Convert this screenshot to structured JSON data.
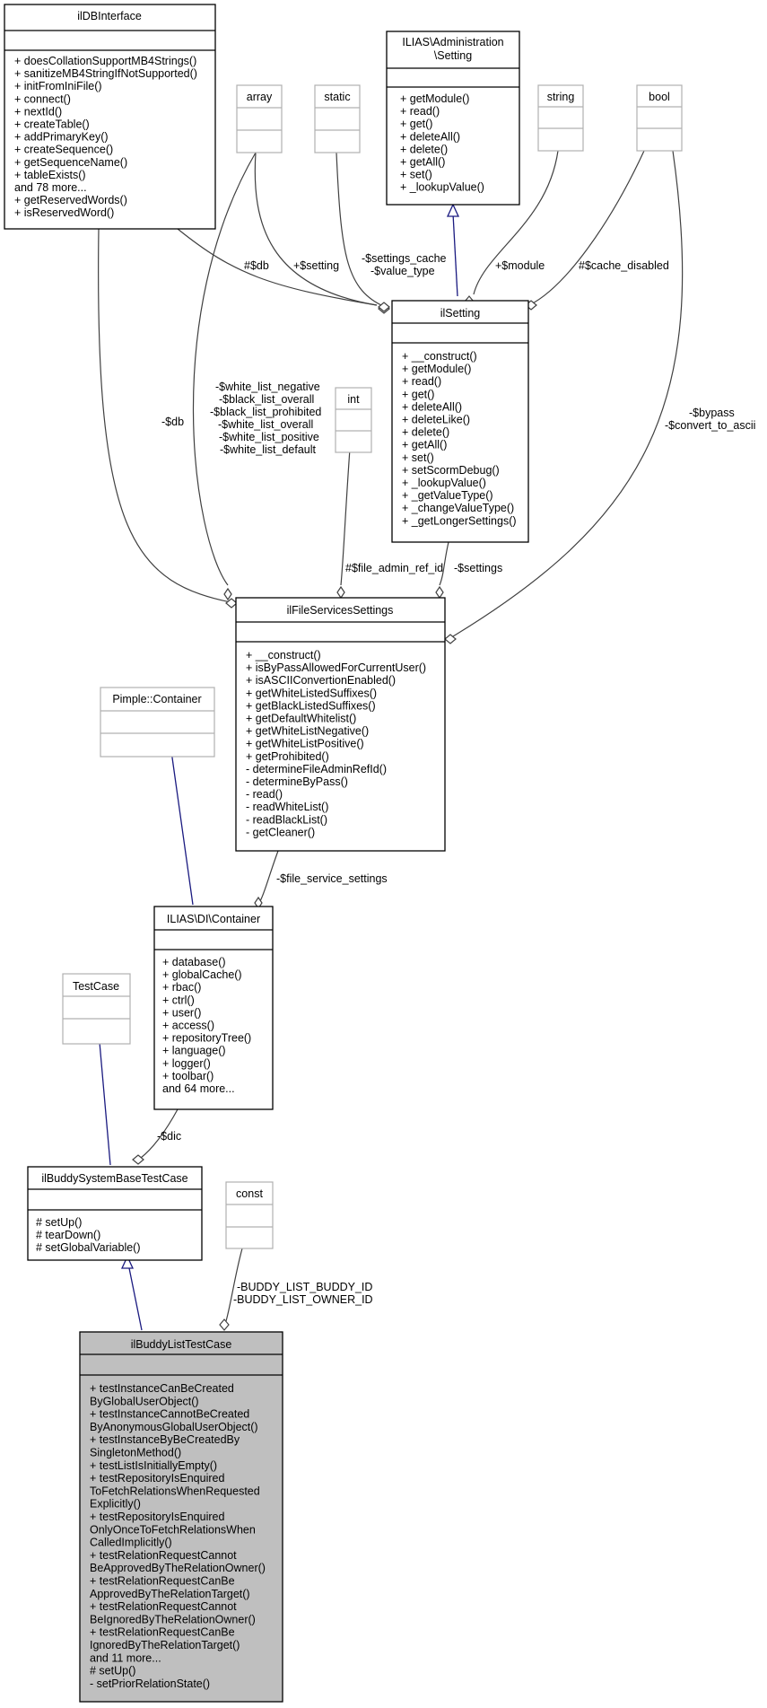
{
  "classes": {
    "ilDBInterface": {
      "name": "ilDBInterface",
      "methods": [
        "+ doesCollationSupportMB4Strings()",
        "+ sanitizeMB4StringIfNotSupported()",
        "+ initFromIniFile()",
        "+ connect()",
        "+ nextId()",
        "+ createTable()",
        "+ addPrimaryKey()",
        "+ createSequence()",
        "+ getSequenceName()",
        "+ tableExists()",
        "and 78 more...",
        "+ getReservedWords()",
        "+ isReservedWord()"
      ]
    },
    "array": {
      "name": "array"
    },
    "static": {
      "name": "static"
    },
    "adminSetting": {
      "name_line1": "ILIAS\\Administration",
      "name_line2": "\\Setting",
      "methods": [
        "+ getModule()",
        "+ read()",
        "+ get()",
        "+ deleteAll()",
        "+ delete()",
        "+ getAll()",
        "+ set()",
        "+ _lookupValue()"
      ]
    },
    "string": {
      "name": "string"
    },
    "bool": {
      "name": "bool"
    },
    "ilSetting": {
      "name": "ilSetting",
      "methods": [
        "+ __construct()",
        "+ getModule()",
        "+ read()",
        "+ get()",
        "+ deleteAll()",
        "+ deleteLike()",
        "+ delete()",
        "+ getAll()",
        "+ set()",
        "+ setScormDebug()",
        "+ _lookupValue()",
        "+ _getValueType()",
        "+ _changeValueType()",
        "+ _getLongerSettings()"
      ]
    },
    "int": {
      "name": "int"
    },
    "ilFileServicesSettings": {
      "name": "ilFileServicesSettings",
      "methods": [
        "+ __construct()",
        "+ isByPassAllowedForCurrentUser()",
        "+ isASCIIConvertionEnabled()",
        "+ getWhiteListedSuffixes()",
        "+ getBlackListedSuffixes()",
        "+ getDefaultWhitelist()",
        "+ getWhiteListNegative()",
        "+ getWhiteListPositive()",
        "+ getProhibited()",
        "- determineFileAdminRefId()",
        "- determineByPass()",
        "- read()",
        "- readWhiteList()",
        "- readBlackList()",
        "- getCleaner()"
      ]
    },
    "pimple": {
      "name": "Pimple::Container"
    },
    "diContainer": {
      "name": "ILIAS\\DI\\Container",
      "methods": [
        "+ database()",
        "+ globalCache()",
        "+ rbac()",
        "+ ctrl()",
        "+ user()",
        "+ access()",
        "+ repositoryTree()",
        "+ language()",
        "+ logger()",
        "+ toolbar()",
        "and 64 more..."
      ]
    },
    "testCase": {
      "name": "TestCase"
    },
    "baseTestCase": {
      "name": "ilBuddySystemBaseTestCase",
      "methods": [
        "# setUp()",
        "# tearDown()",
        "# setGlobalVariable()"
      ]
    },
    "const": {
      "name": "const"
    },
    "listTestCase": {
      "name": "ilBuddyListTestCase",
      "methods": [
        "+ testInstanceCanBeCreated",
        "ByGlobalUserObject()",
        "+ testInstanceCannotBeCreated",
        "ByAnonymousGlobalUserObject()",
        "+ testInstanceByBeCreatedBy",
        "SingletonMethod()",
        "+ testListIsInitiallyEmpty()",
        "+ testRepositoryIsEnquired",
        "ToFetchRelationsWhenRequested",
        "Explicitly()",
        "+ testRepositoryIsEnquired",
        "OnlyOnceToFetchRelationsWhen",
        "CalledImplicitly()",
        "+ testRelationRequestCannot",
        "BeApprovedByTheRelationOwner()",
        "+ testRelationRequestCanBe",
        "ApprovedByTheRelationTarget()",
        "+ testRelationRequestCannot",
        "BeIgnoredByTheRelationOwner()",
        "+ testRelationRequestCanBe",
        "IgnoredByTheRelationTarget()",
        "and 11 more...",
        "# setUp()",
        "- setPriorRelationState()"
      ]
    }
  },
  "edge_labels": {
    "db_setting": "#$db",
    "setting": "+$setting",
    "settings_cache_1": "-$settings_cache",
    "settings_cache_2": "-$value_type",
    "module": "+$module",
    "cache_disabled": "#$cache_disabled",
    "db_fs": "-$db",
    "lists": [
      "-$white_list_negative",
      "-$black_list_overall",
      "-$black_list_prohibited",
      "-$white_list_overall",
      "-$white_list_positive",
      "-$white_list_default"
    ],
    "bypass_1": "-$bypass",
    "bypass_2": "-$convert_to_ascii",
    "file_admin_ref_id": "#$file_admin_ref_id",
    "settings": "-$settings",
    "file_service_settings": "-$file_service_settings",
    "dic": "-$dic",
    "buddy_1": "-BUDDY_LIST_BUDDY_ID",
    "buddy_2": "-BUDDY_LIST_OWNER_ID"
  }
}
